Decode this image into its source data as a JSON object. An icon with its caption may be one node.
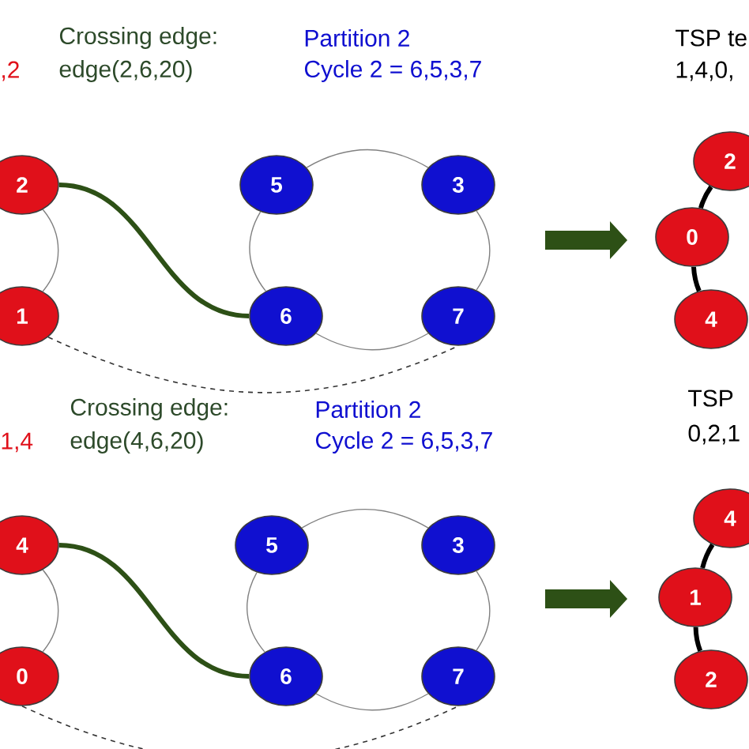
{
  "diagram": {
    "nodes": [
      {
        "text": [
          "2"
        ]
      },
      {
        "text": [
          "1"
        ]
      },
      {
        "text": [
          "5"
        ]
      },
      {
        "text": [
          "3"
        ]
      },
      {
        "text": [
          "6"
        ]
      },
      {
        "text": [
          "7"
        ]
      },
      {
        "text": [
          "2"
        ]
      },
      {
        "text": [
          "0"
        ]
      },
      {
        "text": [
          "4"
        ]
      },
      {
        "text": [
          "4"
        ]
      },
      {
        "text": [
          "0"
        ]
      },
      {
        "text": [
          "5"
        ]
      },
      {
        "text": [
          "3"
        ]
      },
      {
        "text": [
          "6"
        ]
      },
      {
        "text": [
          "7"
        ]
      },
      {
        "text": [
          "4"
        ]
      },
      {
        "text": [
          "1"
        ]
      },
      {
        "text": [
          "2"
        ]
      }
    ],
    "edges": [
      {
        "from": 0,
        "to": 4,
        "arrow": "none",
        "style": "thick",
        "color": "#2d5016"
      },
      {
        "from": 1,
        "to": 5,
        "arrow": "none",
        "style": "dashed",
        "color": "#333333"
      },
      {
        "from": 0,
        "to": 1,
        "arrow": "none"
      },
      {
        "from": 2,
        "to": 3,
        "arrow": "none"
      },
      {
        "from": 3,
        "to": 5,
        "arrow": "none"
      },
      {
        "from": 5,
        "to": 4,
        "arrow": "none"
      },
      {
        "from": 4,
        "to": 2,
        "arrow": "none"
      },
      {
        "from": 6,
        "to": 7,
        "arrow": "none",
        "style": "thick",
        "color": "#000000"
      },
      {
        "from": 7,
        "to": 8,
        "arrow": "none",
        "style": "thick",
        "color": "#000000"
      },
      {
        "from": 9,
        "to": 13,
        "arrow": "none",
        "style": "thick",
        "color": "#2d5016"
      },
      {
        "from": 10,
        "to": 14,
        "arrow": "none",
        "style": "dashed",
        "color": "#333333"
      },
      {
        "from": 9,
        "to": 10,
        "arrow": "none"
      },
      {
        "from": 11,
        "to": 12,
        "arrow": "none"
      },
      {
        "from": 12,
        "to": 14,
        "arrow": "none"
      },
      {
        "from": 14,
        "to": 13,
        "arrow": "none"
      },
      {
        "from": 13,
        "to": 11,
        "arrow": "none"
      },
      {
        "from": 15,
        "to": 16,
        "arrow": "none",
        "style": "thick",
        "color": "#000000"
      },
      {
        "from": 16,
        "to": 17,
        "arrow": "none",
        "style": "thick",
        "color": "#000000"
      }
    ],
    "labels": [
      "Crossing edge:",
      "Partition 2",
      "TSP te",
      ",2",
      "edge(2,6,20)",
      "Cycle 2 = 6,5,3,7",
      "1,4,0,",
      "Crossing edge:",
      "Partition 2",
      "TSP",
      "1,4",
      "edge(4,6,20)",
      "Cycle 2 = 6,5,3,7",
      "0,2,1"
    ]
  }
}
